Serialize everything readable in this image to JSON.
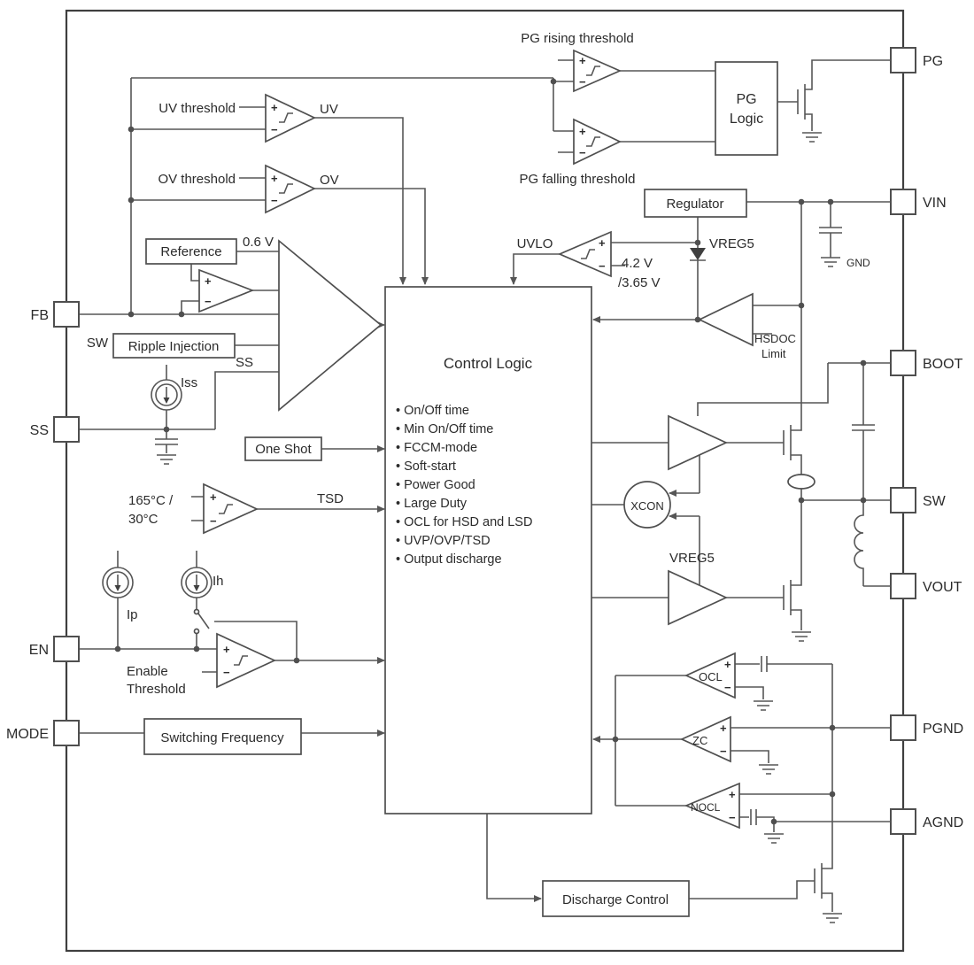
{
  "diagram": {
    "pins": {
      "left": [
        "FB",
        "SS",
        "EN",
        "MODE"
      ],
      "right": [
        "PG",
        "VIN",
        "BOOT",
        "SW",
        "VOUT",
        "PGND",
        "AGND"
      ]
    },
    "blocks": {
      "pg_logic_lines": [
        "PG",
        "Logic"
      ],
      "regulator": "Regulator",
      "reference": "Reference",
      "ripple_injection": "Ripple Injection",
      "one_shot": "One Shot",
      "control_logic_title": "Control Logic",
      "control_logic_items": [
        "• On/Off time",
        "• Min On/Off time",
        "• FCCM-mode",
        "• Soft-start",
        "• Power Good",
        "• Large Duty",
        "• OCL for HSD and LSD",
        "• UVP/OVP/TSD",
        "• Output discharge"
      ],
      "switching_frequency": "Switching Frequency",
      "discharge_control": "Discharge Control"
    },
    "labels": {
      "pg_rising_threshold": "PG rising threshold",
      "pg_falling_threshold": "PG falling threshold",
      "uv_threshold": "UV threshold",
      "ov_threshold": "OV threshold",
      "uv": "UV",
      "ov": "OV",
      "ref_voltage": "0.6 V",
      "sw_in": "SW",
      "ss_net": "SS",
      "iss": "Iss",
      "uvlo": "UVLO",
      "uvlo_rising": "4.2 V",
      "uvlo_falling": "/3.65 V",
      "vreg5": "VREG5",
      "vreg5_driver": "VREG5",
      "gnd": "GND",
      "hsdoc_line1": "HSDOC",
      "hsdoc_line2": "Limit",
      "tsd_temp_line1": "165°C /",
      "tsd_temp_line2": "30°C",
      "tsd": "TSD",
      "ip": "Ip",
      "ih": "Ih",
      "enable_line1": "Enable",
      "enable_line2": "Threshold",
      "xcon": "XCON",
      "ocl": "OCL",
      "zc": "ZC",
      "nocl": "NOCL",
      "plus": "+",
      "minus": "−"
    },
    "colors": {
      "wire": "#565656",
      "text": "#2b2b2b",
      "background": "#ffffff"
    }
  }
}
